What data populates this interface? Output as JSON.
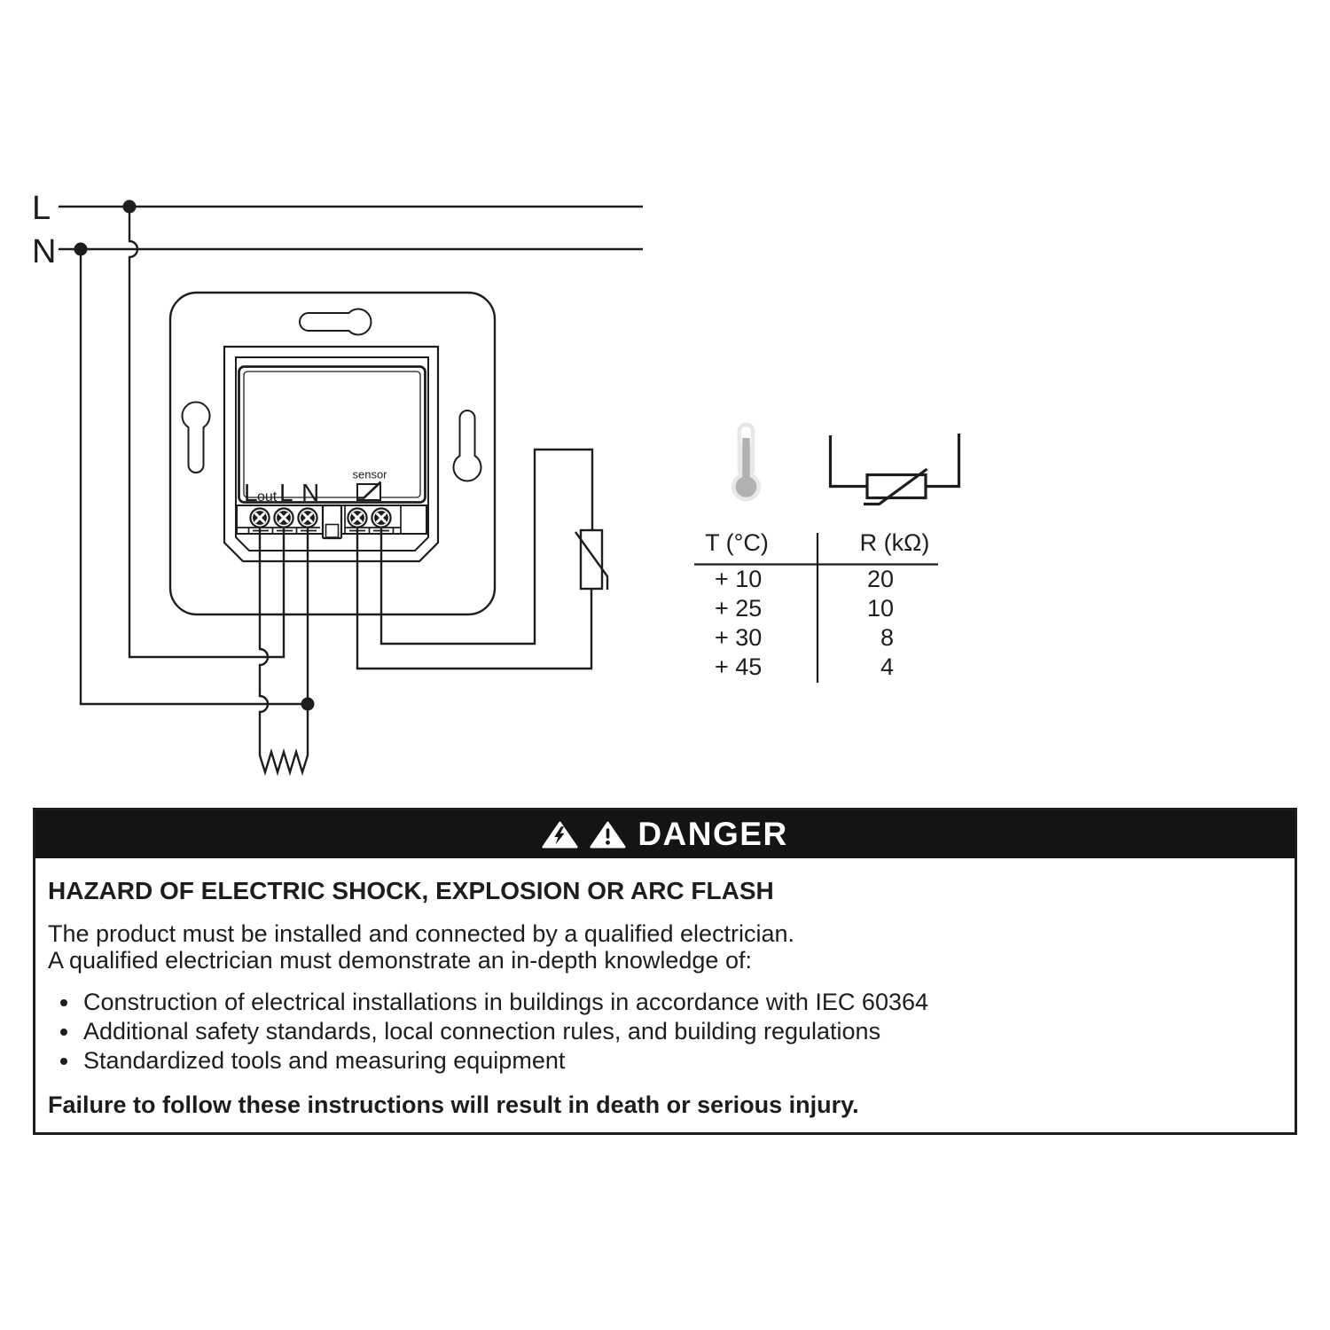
{
  "wiring_diagram": {
    "line_labels": {
      "live": "L",
      "neutral": "N"
    },
    "device_terminals": {
      "l_out_main": "L",
      "l_out_sub": "out",
      "live": "L",
      "neutral": "N",
      "sensor": "sensor"
    },
    "icons": {
      "heating_load": "heating-element-zigzag",
      "floor_sensor": "ntc-thermistor-symbol"
    }
  },
  "sensor_reference": {
    "thermometer_icon": "thermometer-icon",
    "thermistor_icon": "ntc-thermistor-symbol",
    "table": {
      "temp_header": "T (°C)",
      "resistance_header": "R (kΩ)",
      "rows": [
        {
          "t": "+ 10",
          "r": "20"
        },
        {
          "t": "+ 25",
          "r": "10"
        },
        {
          "t": "+ 30",
          "r": "8"
        },
        {
          "t": "+ 45",
          "r": "4"
        }
      ]
    }
  },
  "danger_notice": {
    "header": "DANGER",
    "icons": [
      "high-voltage-warning-icon",
      "general-warning-icon"
    ],
    "title": "HAZARD OF ELECTRIC SHOCK, EXPLOSION OR ARC FLASH",
    "body_lines": [
      "The product must be installed and connected by a qualified electrician.",
      "A qualified electrician must demonstrate an in-depth knowledge of:"
    ],
    "bullets": [
      "Construction of electrical installations in buildings in accordance with IEC 60364",
      "Additional safety standards, local connection rules, and building regulations",
      "Standardized tools and measuring equipment"
    ],
    "footer": "Failure to follow these instructions will result in death or serious injury."
  },
  "colors": {
    "line": "#1d1d1b",
    "danger_header_bg": "#141414",
    "danger_header_text": "#ffffff",
    "thermometer_light": "#e8e8e8",
    "thermometer_dark": "#b1b1b1",
    "page_bg": "#ffffff"
  }
}
